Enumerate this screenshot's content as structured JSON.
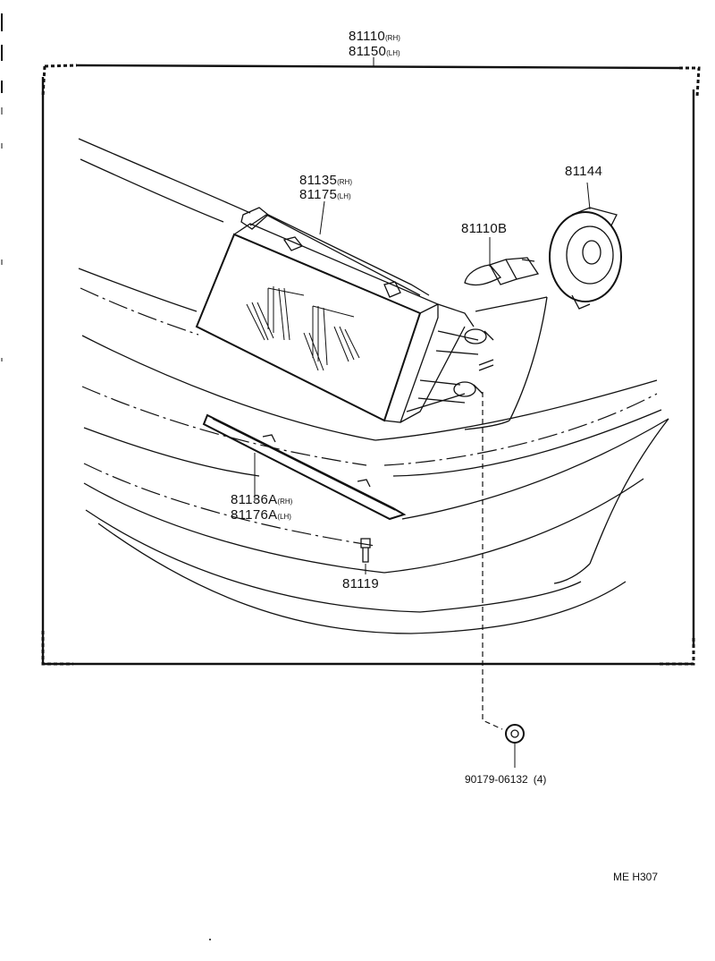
{
  "labels": {
    "assembly_rh": {
      "num": "81110",
      "side": "(RH)"
    },
    "assembly_lh": {
      "num": "81150",
      "side": "(LH)"
    },
    "lens_rh": {
      "num": "81135",
      "side": "(RH)"
    },
    "lens_lh": {
      "num": "81175",
      "side": "(LH)"
    },
    "socket": {
      "num": "81144"
    },
    "bulb": {
      "num": "81110B"
    },
    "trim_rh": {
      "num": "81136A",
      "side": "(RH)"
    },
    "trim_lh": {
      "num": "81176A",
      "side": "(LH)"
    },
    "screw": {
      "num": "81119"
    },
    "nut": {
      "num": "90179-06132",
      "qty": "(4)"
    },
    "drawing_code": "ME H307"
  },
  "colors": {
    "ink": "#111111",
    "paper": "#ffffff"
  }
}
